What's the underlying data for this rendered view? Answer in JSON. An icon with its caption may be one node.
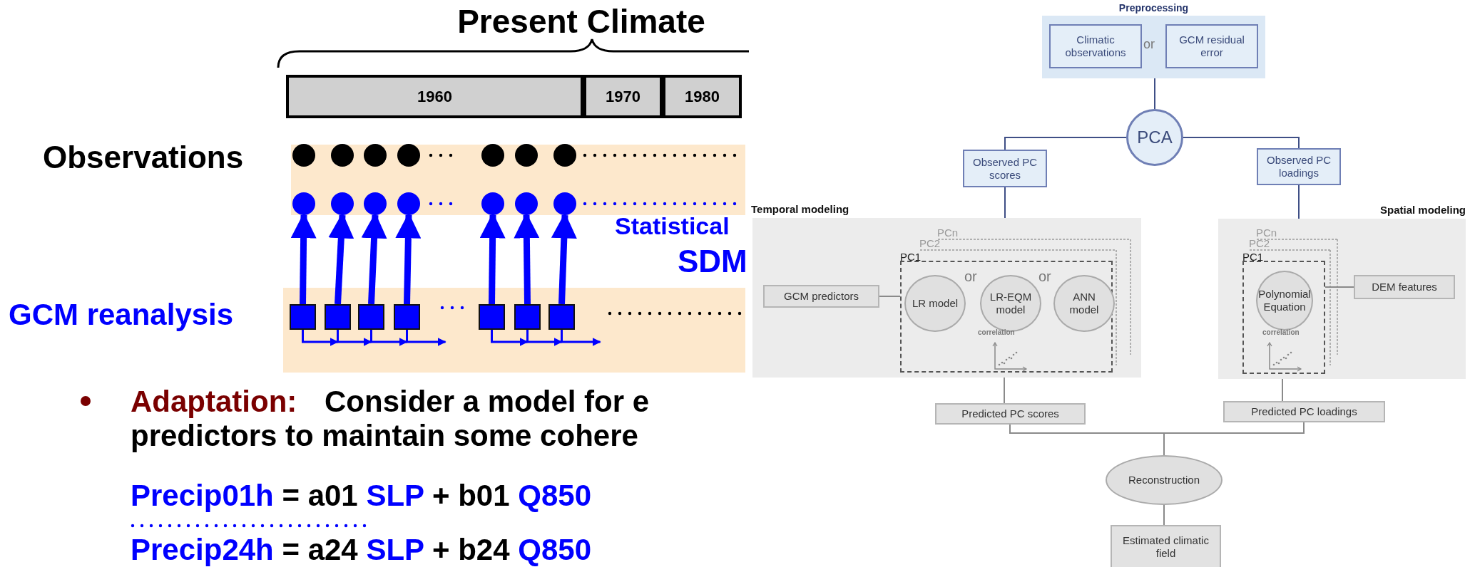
{
  "diagram": {
    "nodes": [
      {
        "text": [],
        "shape": "circle"
      },
      {
        "text": [],
        "shape": "circle"
      },
      {
        "text": [],
        "shape": "circle"
      },
      {
        "text": [],
        "shape": "circle"
      },
      {
        "text": [],
        "shape": "circle"
      },
      {
        "text": [],
        "shape": "circle"
      },
      {
        "text": [],
        "shape": "circle"
      },
      {
        "text": [],
        "shape": "box"
      },
      {
        "text": [],
        "shape": "box"
      },
      {
        "text": [],
        "shape": "box"
      },
      {
        "text": [],
        "shape": "box"
      },
      {
        "text": [],
        "shape": "box"
      },
      {
        "text": [],
        "shape": "box"
      },
      {
        "text": [],
        "shape": "box"
      },
      {
        "text": [
          "Preprocessing"
        ]
      },
      {
        "text": [
          "Climatic observations"
        ],
        "in": 14
      },
      {
        "text": [
          "GCM residual error"
        ],
        "in": 14
      },
      {
        "text": [
          "PCA"
        ]
      },
      {
        "text": [
          "Observed PC scores"
        ]
      },
      {
        "text": [
          "Observed PC loadings"
        ]
      },
      {
        "text": [
          "Temporal modeling"
        ]
      },
      {
        "text": [
          "GCM predictors"
        ],
        "in": 20
      },
      {
        "text": [
          "PC1"
        ],
        "in": 20
      },
      {
        "text": [
          "LR model"
        ],
        "in": 22
      },
      {
        "text": [
          "LR-EQM model"
        ],
        "in": 22
      },
      {
        "text": [
          "ANN model"
        ],
        "in": 22
      },
      {
        "text": [
          "Spatial modeling"
        ]
      },
      {
        "text": [
          "PC1"
        ],
        "in": 26
      },
      {
        "text": [
          "Polynomial Equation"
        ],
        "in": 27
      },
      {
        "text": [
          "DEM features"
        ],
        "in": 26
      },
      {
        "text": [
          "Predicted PC scores"
        ]
      },
      {
        "text": [
          "Predicted PC loadings"
        ]
      },
      {
        "text": [
          "Reconstruction"
        ]
      },
      {
        "text": [
          "Estimated climatic field"
        ]
      }
    ],
    "edges": [
      {
        "from": 7,
        "to": 0,
        "arrow": "to",
        "style": "thick",
        "color": "#0000ff"
      },
      {
        "from": 8,
        "to": 1,
        "arrow": "to",
        "style": "thick",
        "color": "#0000ff"
      },
      {
        "from": 9,
        "to": 2,
        "arrow": "to",
        "style": "thick",
        "color": "#0000ff"
      },
      {
        "from": 10,
        "to": 3,
        "arrow": "to",
        "style": "thick",
        "color": "#0000ff"
      },
      {
        "from": 11,
        "to": 4,
        "arrow": "to",
        "style": "thick",
        "color": "#0000ff"
      },
      {
        "from": 12,
        "to": 5,
        "arrow": "to",
        "style": "thick",
        "color": "#0000ff"
      },
      {
        "from": 13,
        "to": 6,
        "arrow": "to",
        "style": "thick",
        "color": "#0000ff"
      },
      {
        "from": 7,
        "to": 8,
        "arrow": "to",
        "color": "#0000ff"
      },
      {
        "from": 8,
        "to": 9,
        "arrow": "to",
        "color": "#0000ff"
      },
      {
        "from": 9,
        "to": 10,
        "arrow": "to",
        "color": "#0000ff"
      },
      {
        "from": 10,
        "to": null,
        "arrow": "to",
        "color": "#0000ff"
      },
      {
        "from": 11,
        "to": 12,
        "arrow": "to",
        "color": "#0000ff"
      },
      {
        "from": 12,
        "to": 13,
        "arrow": "to",
        "color": "#0000ff"
      },
      {
        "from": 13,
        "to": null,
        "arrow": "to",
        "color": "#0000ff"
      },
      {
        "from": 14,
        "to": 17,
        "arrow": "none",
        "color": "#3f4f86"
      },
      {
        "from": 17,
        "to": 18,
        "arrow": "none",
        "color": "#3f4f86"
      },
      {
        "from": 17,
        "to": 19,
        "arrow": "none",
        "color": "#3f4f86"
      },
      {
        "from": 18,
        "to": 20,
        "arrow": "none",
        "color": "#3f4f86"
      },
      {
        "from": 19,
        "to": 26,
        "arrow": "none",
        "color": "#3f4f86"
      },
      {
        "from": 21,
        "to": 22,
        "arrow": "none",
        "color": "#8a8a8a"
      },
      {
        "from": 29,
        "to": 27,
        "arrow": "none",
        "color": "#8a8a8a"
      },
      {
        "from": 20,
        "to": 30,
        "arrow": "none",
        "color": "#8a8a8a"
      },
      {
        "from": 26,
        "to": 31,
        "arrow": "none",
        "color": "#8a8a8a"
      },
      {
        "from": 30,
        "to": 32,
        "arrow": "none",
        "color": "#8a8a8a"
      },
      {
        "from": 31,
        "to": 32,
        "arrow": "none",
        "color": "#8a8a8a"
      },
      {
        "from": 32,
        "to": 33,
        "arrow": "none",
        "color": "#8a8a8a"
      }
    ],
    "labels": [
      "Present Climate",
      "1960",
      "1970",
      "1980",
      "Observations",
      "Statistical",
      "SDM",
      "GCM reanalysis",
      "Adaptation:",
      "Consider a model for e predictors to maintain some cohere",
      "Precip01h = a01 SLP + b01 Q850",
      "Precip24h = a24 SLP + b24 Q850",
      "or",
      "PCn",
      "PC2",
      "or",
      "or",
      "correlation",
      "PCn",
      "PC2",
      "correlation"
    ]
  }
}
